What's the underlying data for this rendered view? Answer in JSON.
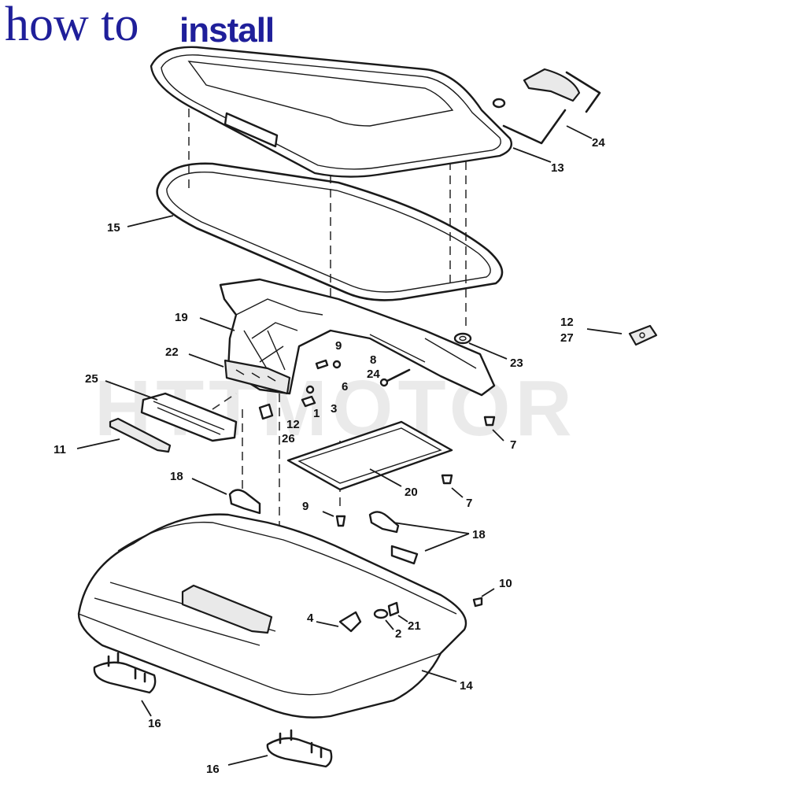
{
  "title": {
    "part1": "how to",
    "part2": "install"
  },
  "watermark": "HTTMOTOR",
  "callouts": [
    "24",
    "13",
    "15",
    "19",
    "22",
    "9",
    "8",
    "24",
    "6",
    "23",
    "25",
    "12",
    "26",
    "1",
    "3",
    "7",
    "11",
    "18",
    "20",
    "9",
    "7",
    "18",
    "10",
    "4",
    "2",
    "21",
    "14",
    "16",
    "16",
    "12",
    "27"
  ],
  "colors": {
    "title": "#1f1f9a",
    "line": "#1a1a1a"
  }
}
